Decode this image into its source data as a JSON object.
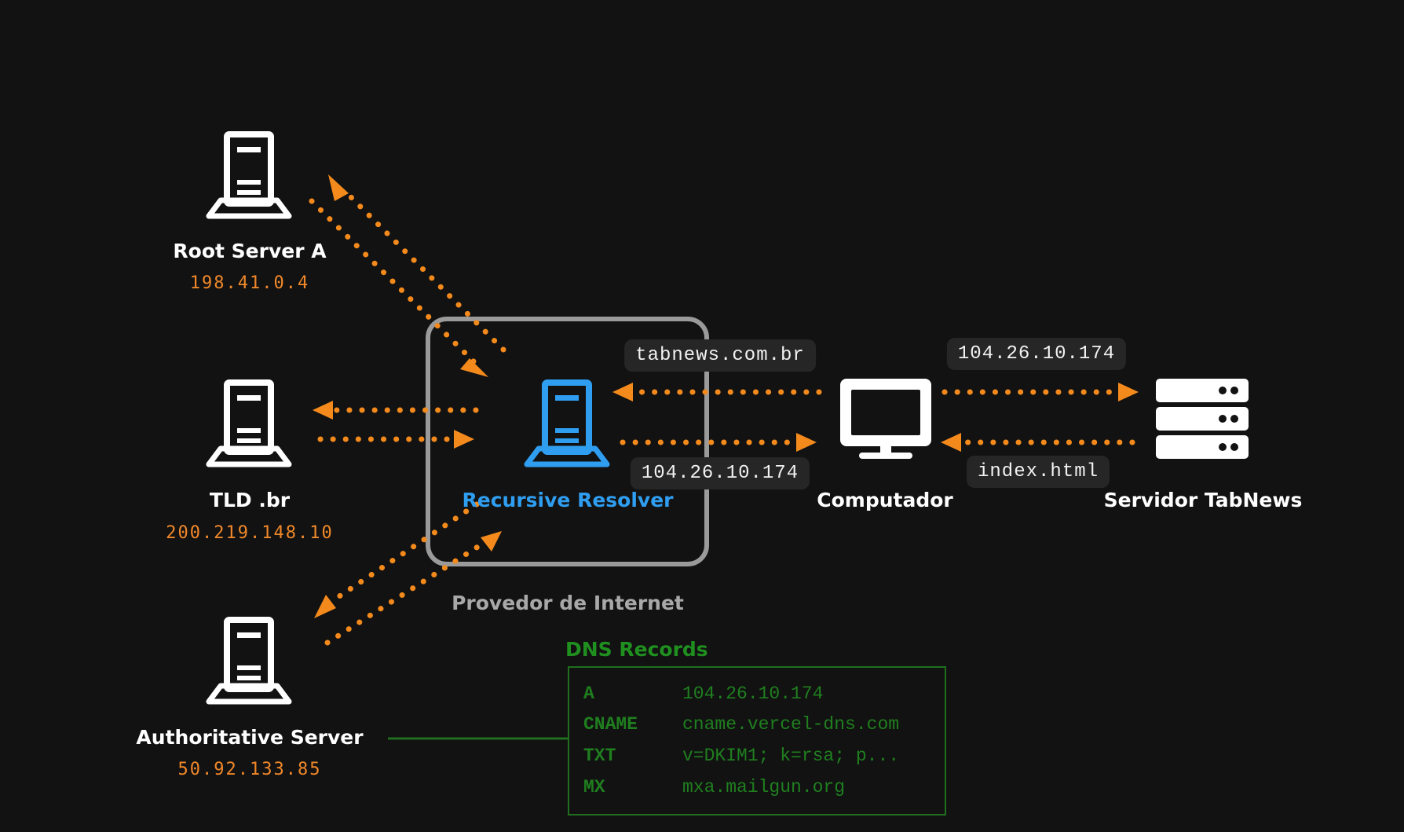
{
  "colors": {
    "background": "#121212",
    "arrow": "#f48a1c",
    "ip_text": "#f0882a",
    "resolver": "#2f9ef0",
    "provider_box": "#9a9a9a",
    "dns_green": "#1f8f1f"
  },
  "nodes": {
    "root": {
      "label": "Root Server A",
      "ip": "198.41.0.4",
      "icon": "server-tower-icon"
    },
    "tld": {
      "label": "TLD .br",
      "ip": "200.219.148.10",
      "icon": "server-tower-icon"
    },
    "authoritative": {
      "label": "Authoritative Server",
      "ip": "50.92.133.85",
      "icon": "server-tower-icon"
    },
    "resolver": {
      "label": "Recursive Resolver",
      "icon": "server-tower-icon"
    },
    "computer": {
      "label": "Computador",
      "icon": "monitor-icon"
    },
    "tabnews": {
      "label": "Servidor TabNews",
      "icon": "server-rack-icon"
    }
  },
  "provider": {
    "label": "Provedor de Internet"
  },
  "messages": {
    "query_domain": "tabnews.com.br",
    "resolver_answer": "104.26.10.174",
    "request_ip": "104.26.10.174",
    "response_file": "index.html"
  },
  "dns_records": {
    "title": "DNS Records",
    "rows": [
      {
        "type": "A",
        "value": "104.26.10.174"
      },
      {
        "type": "CNAME",
        "value": "cname.vercel-dns.com"
      },
      {
        "type": "TXT",
        "value": "v=DKIM1; k=rsa; p..."
      },
      {
        "type": "MX",
        "value": "mxa.mailgun.org"
      }
    ]
  }
}
